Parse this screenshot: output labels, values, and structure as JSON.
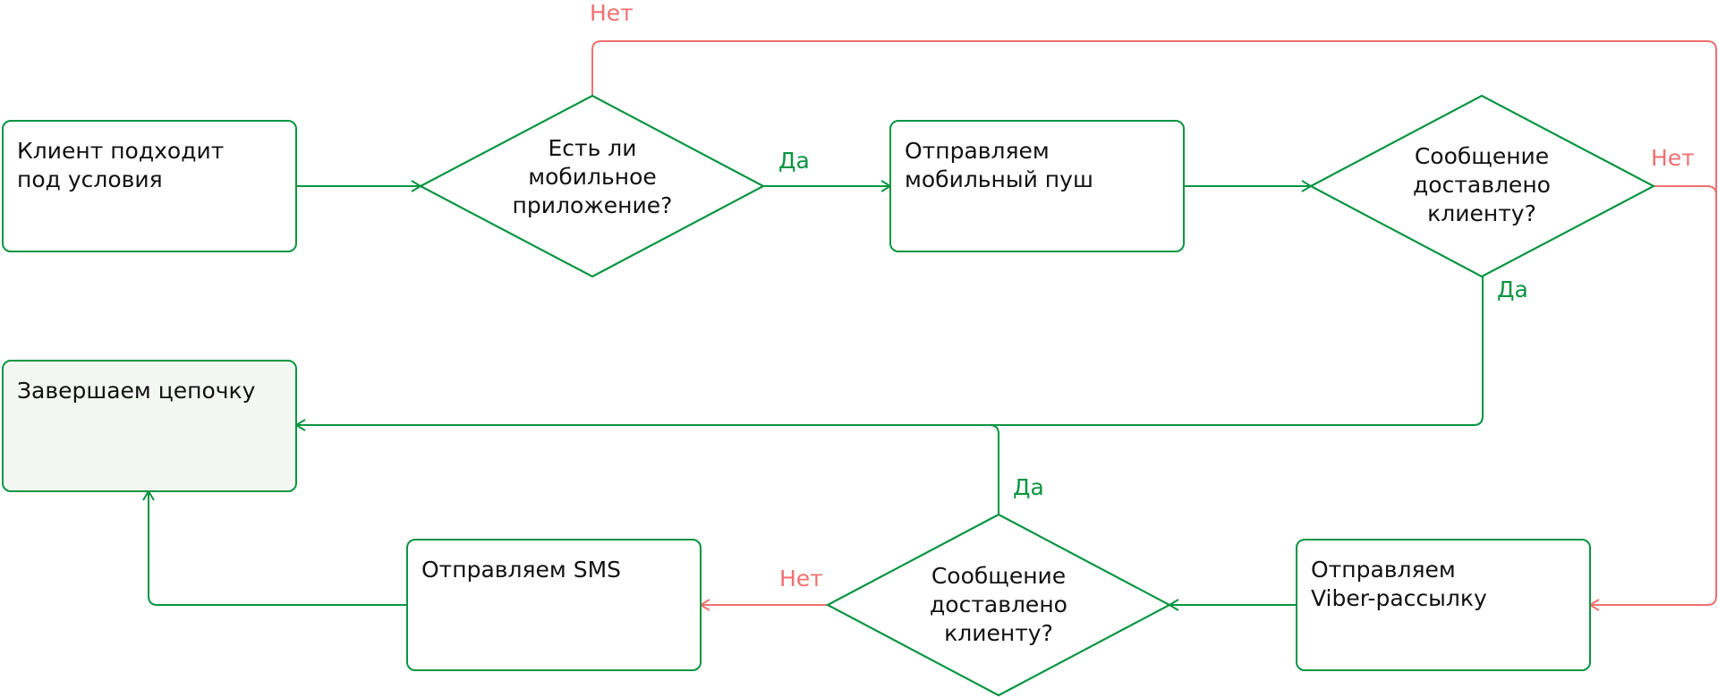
{
  "colors": {
    "yes": "#0a9542",
    "no": "#f07070",
    "end_fill": "#f3f7f2"
  },
  "nodes": {
    "start": {
      "lines": [
        "Клиент подходит",
        "под условия"
      ]
    },
    "has_app": {
      "lines": [
        "Есть ли",
        "мобильное",
        "приложение?"
      ]
    },
    "push": {
      "lines": [
        "Отправляем",
        "мобильный пуш"
      ]
    },
    "push_delivered": {
      "lines": [
        "Сообщение",
        "доставлено",
        "клиенту?"
      ]
    },
    "end": {
      "lines": [
        "Завершаем цепочку"
      ]
    },
    "sms": {
      "lines": [
        "Отправляем SMS"
      ]
    },
    "viber_delivered": {
      "lines": [
        "Сообщение",
        "доставлено",
        "клиенту?"
      ]
    },
    "viber": {
      "lines": [
        "Отправляем",
        "Viber-рассылку"
      ]
    }
  },
  "edge_labels": {
    "has_app_no": "Нет",
    "has_app_yes": "Да",
    "push_delivered_no": "Нет",
    "push_delivered_yes": "Да",
    "viber_delivered_yes": "Да",
    "viber_delivered_no": "Нет"
  }
}
